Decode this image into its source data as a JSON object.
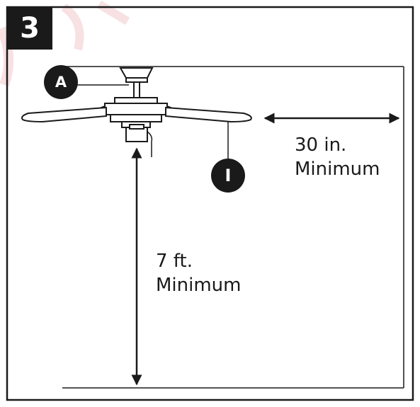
{
  "step": {
    "number": "3"
  },
  "callouts": {
    "a": "A",
    "i": "I"
  },
  "horizontal_clearance": {
    "value": "30 in.",
    "label": "Minimum"
  },
  "vertical_clearance": {
    "value": "7 ft.",
    "label": "Minimum"
  },
  "colors": {
    "ink": "#1a1a1a",
    "paper": "#ffffff",
    "watermark": "#f3c9cc"
  }
}
